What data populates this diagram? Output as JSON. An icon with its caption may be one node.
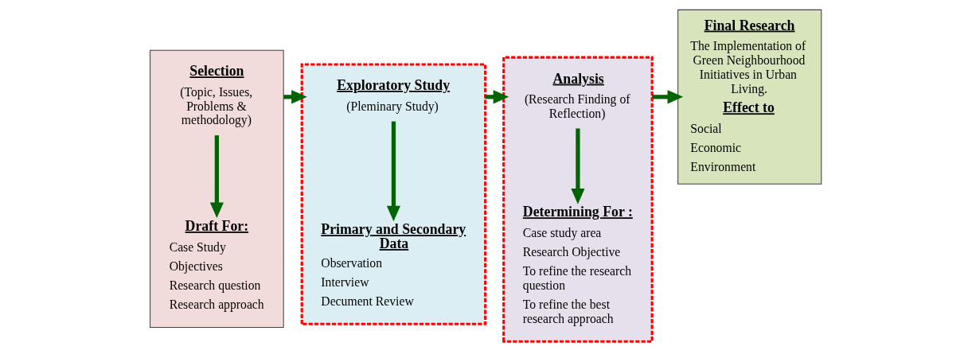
{
  "diagram": {
    "nodes": [
      {
        "text": [],
        "shape": "box"
      },
      {
        "text": [
          "Selection",
          "(Topic, Issues, Problems & methodology)"
        ],
        "in": 0
      },
      {
        "text": [
          "Draft For:",
          "Case Study",
          "Objectives",
          "Research question",
          "Research approach"
        ],
        "in": 0
      },
      {
        "text": [],
        "shape": "box"
      },
      {
        "text": [
          "Exploratory Study",
          "(Pleminary Study)"
        ],
        "in": 3
      },
      {
        "text": [
          "Primary and Secondary Data",
          "Observation",
          "Interview",
          "Decument Review"
        ],
        "in": 3
      },
      {
        "text": [],
        "shape": "box"
      },
      {
        "text": [
          "Analysis",
          "(Research Finding of Reflection)"
        ],
        "in": 6
      },
      {
        "text": [
          "Determining For :",
          "Case study area",
          "Research Objective",
          "To refine the research question",
          "To refine the best research approach"
        ],
        "in": 6
      },
      {
        "text": [
          "Final Research",
          "The Implementation of Green Neighbourhood Initiatives in Urban Living.",
          "Effect to",
          "Social",
          "Economic",
          "Environment"
        ]
      }
    ],
    "edges": [
      {
        "from": 1,
        "to": 2,
        "arrow": "to"
      },
      {
        "from": 4,
        "to": 5,
        "arrow": "to"
      },
      {
        "from": 7,
        "to": 8,
        "arrow": "to"
      },
      {
        "from": 0,
        "to": 3,
        "arrow": "to"
      },
      {
        "from": 3,
        "to": 6,
        "arrow": "to"
      },
      {
        "from": 6,
        "to": 9,
        "arrow": "to"
      }
    ]
  }
}
